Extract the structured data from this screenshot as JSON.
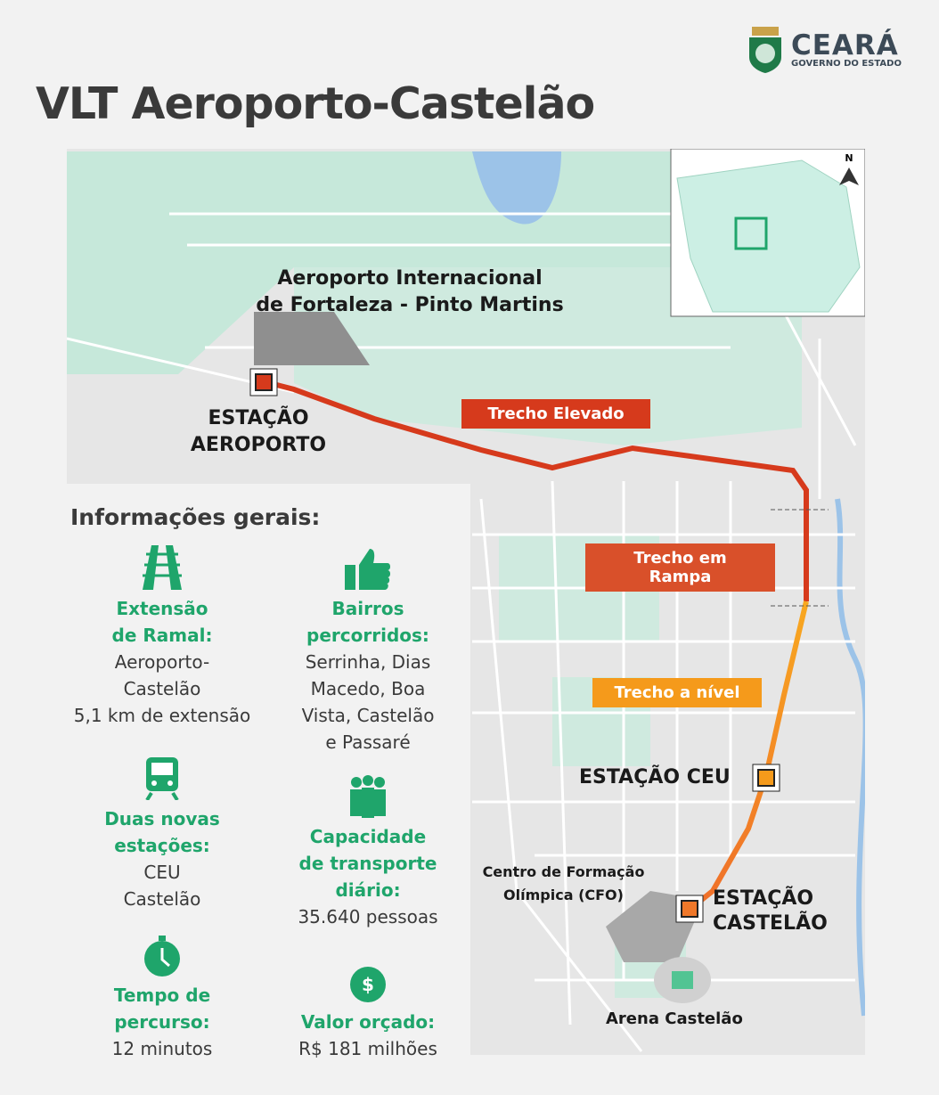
{
  "title": "VLT Aeroporto-Castelão",
  "logo": {
    "brand": "CEARÁ",
    "subtitle": "GOVERNO DO ESTADO"
  },
  "map": {
    "airport_label": [
      "Aeroporto Internacional",
      "de Fortaleza - Pinto Martins"
    ],
    "stations": [
      {
        "name": [
          "ESTAÇÃO",
          "AEROPORTO"
        ],
        "color": "#d63a1c"
      },
      {
        "name": [
          "ESTAÇÃO CEU"
        ],
        "color": "#f59a1b"
      },
      {
        "name": [
          "ESTAÇÃO",
          "CASTELÃO"
        ],
        "color": "#f0782a"
      }
    ],
    "segments": [
      {
        "label": "Trecho Elevado",
        "color": "#d63a1c"
      },
      {
        "label": "Trecho em Rampa",
        "color": "#d9502a"
      },
      {
        "label": "Trecho a nível",
        "color": "#f59a1b"
      }
    ],
    "landmarks": [
      "Centro de Formação",
      "Olímpica (CFO)",
      "Arena Castelão"
    ],
    "north_label": "N",
    "colors": {
      "green": "#c6e8da",
      "land": "#e6e6e6",
      "water": "#9cc3e8",
      "road": "#ffffff"
    }
  },
  "info": {
    "heading": "Informações gerais:",
    "items": [
      {
        "icon": "rail-track-icon",
        "title": [
          "Extensão",
          "de Ramal:"
        ],
        "text": [
          "Aeroporto-",
          "Castelão",
          "5,1 km de extensão"
        ]
      },
      {
        "icon": "thumbs-up-icon",
        "title": [
          "Bairros",
          "percorridos:"
        ],
        "text": [
          "Serrinha, Dias",
          "Macedo, Boa",
          "Vista, Castelão",
          "e Passaré"
        ]
      },
      {
        "icon": "train-icon",
        "title": [
          "Duas novas",
          "estações:"
        ],
        "text": [
          "CEU",
          "Castelão"
        ]
      },
      {
        "icon": "people-icon",
        "title": [
          "Capacidade",
          "de transporte",
          "diário:"
        ],
        "text": [
          "35.640 pessoas"
        ]
      },
      {
        "icon": "stopwatch-icon",
        "title": [
          "Tempo de",
          "percurso:"
        ],
        "text": [
          "12 minutos"
        ]
      },
      {
        "icon": "dollar-icon",
        "title": [
          "Valor orçado:"
        ],
        "text": [
          "R$ 181 milhões"
        ]
      }
    ],
    "accent": "#1fa56b"
  }
}
